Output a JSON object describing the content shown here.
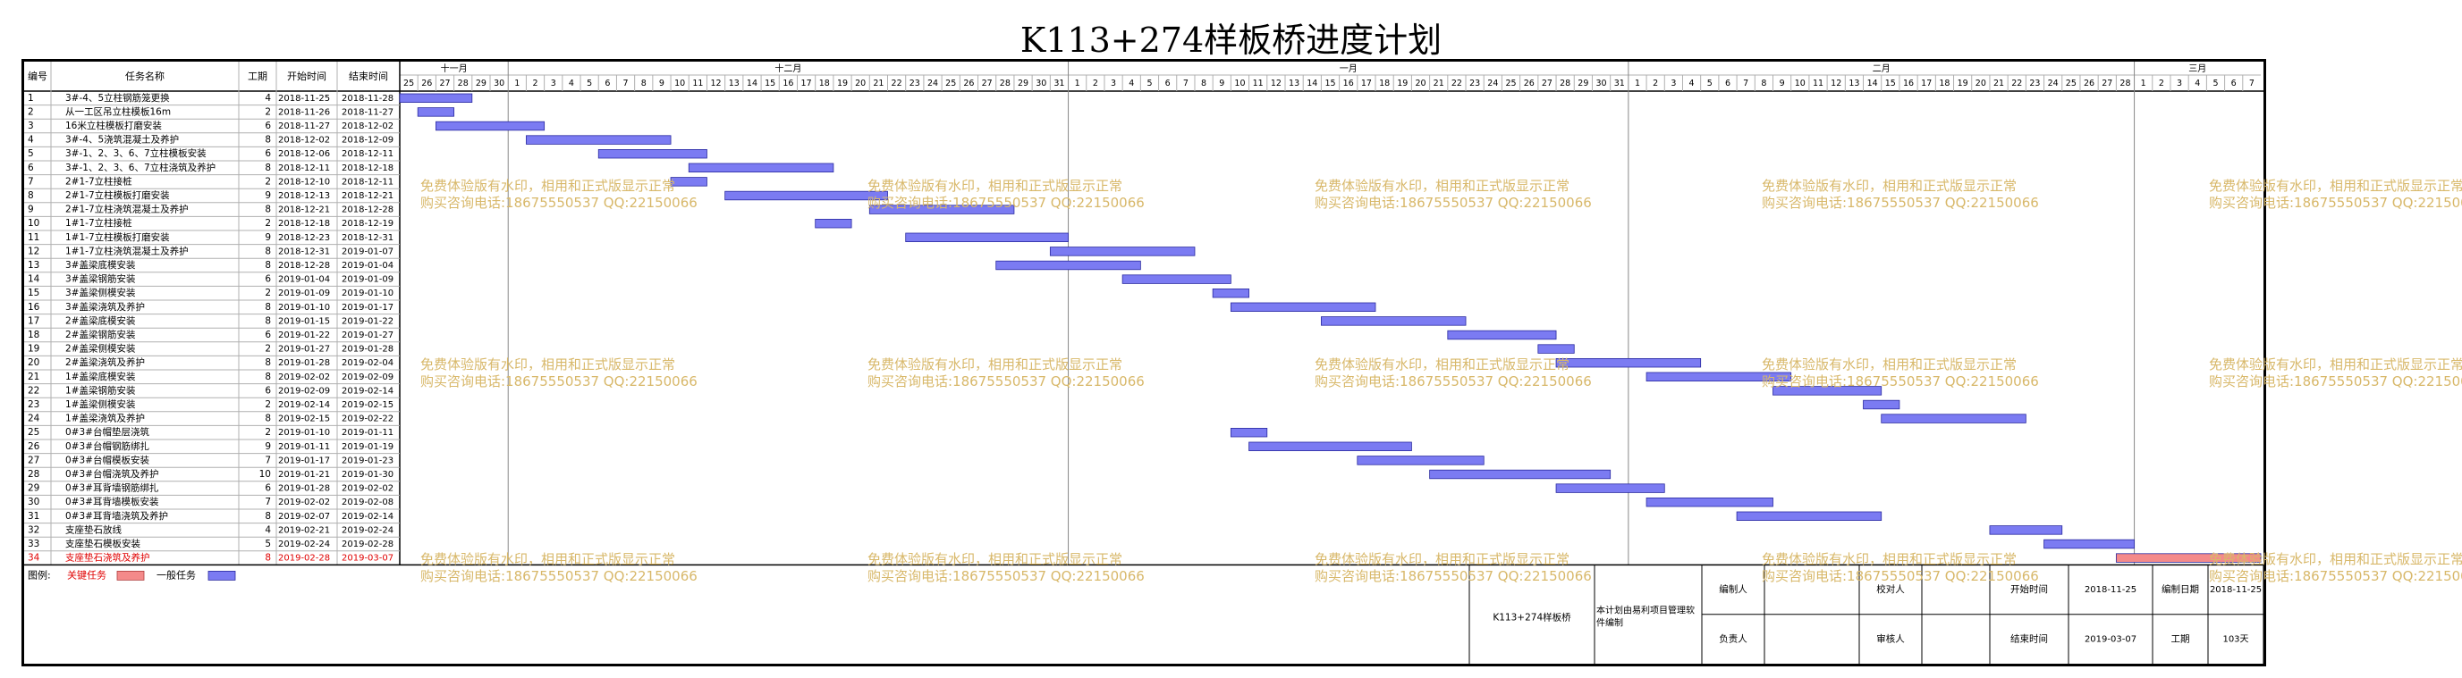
{
  "title": "K113+274样板桥进度计划",
  "table_headers": {
    "no": "编号",
    "name": "任务名称",
    "dur": "工期",
    "start": "开始时间",
    "end": "结束时间"
  },
  "months": [
    {
      "label": "十一月",
      "days": [
        "25",
        "26",
        "27",
        "28",
        "29",
        "30"
      ]
    },
    {
      "label": "十二月",
      "days": [
        "1",
        "2",
        "3",
        "4",
        "5",
        "6",
        "7",
        "8",
        "9",
        "10",
        "11",
        "12",
        "13",
        "14",
        "15",
        "16",
        "17",
        "18",
        "19",
        "20",
        "21",
        "22",
        "23",
        "24",
        "25",
        "26",
        "27",
        "28",
        "29",
        "30",
        "31"
      ]
    },
    {
      "label": "一月",
      "days": [
        "1",
        "2",
        "3",
        "4",
        "5",
        "6",
        "7",
        "8",
        "9",
        "10",
        "11",
        "12",
        "13",
        "14",
        "15",
        "16",
        "17",
        "18",
        "19",
        "20",
        "21",
        "22",
        "23",
        "24",
        "25",
        "26",
        "27",
        "28",
        "29",
        "30",
        "31"
      ]
    },
    {
      "label": "二月",
      "days": [
        "1",
        "2",
        "3",
        "4",
        "5",
        "6",
        "7",
        "8",
        "9",
        "10",
        "11",
        "12",
        "13",
        "14",
        "15",
        "16",
        "17",
        "18",
        "19",
        "20",
        "21",
        "22",
        "23",
        "24",
        "25",
        "26",
        "27",
        "28"
      ]
    },
    {
      "label": "三月",
      "days": [
        "1",
        "2",
        "3",
        "4",
        "5",
        "6",
        "7"
      ]
    }
  ],
  "chart_data": {
    "type": "gantt",
    "x_range": [
      "2018-11-25",
      "2019-03-07"
    ],
    "tasks": [
      {
        "no": "1",
        "name": "3#-4、5立柱钢筋笼更换",
        "dur": "4",
        "start": "2018-11-25",
        "end": "2018-11-28",
        "critical": false
      },
      {
        "no": "2",
        "name": "从一工区吊立柱模板16m",
        "dur": "2",
        "start": "2018-11-26",
        "end": "2018-11-27",
        "critical": false
      },
      {
        "no": "3",
        "name": "16米立柱模板打磨安装",
        "dur": "6",
        "start": "2018-11-27",
        "end": "2018-12-02",
        "critical": false
      },
      {
        "no": "4",
        "name": "3#-4、5浇筑混凝土及养护",
        "dur": "8",
        "start": "2018-12-02",
        "end": "2018-12-09",
        "critical": false
      },
      {
        "no": "5",
        "name": "3#-1、2、3、6、7立柱模板安装",
        "dur": "6",
        "start": "2018-12-06",
        "end": "2018-12-11",
        "critical": false
      },
      {
        "no": "6",
        "name": "3#-1、2、3、6、7立柱浇筑及养护",
        "dur": "8",
        "start": "2018-12-11",
        "end": "2018-12-18",
        "critical": false
      },
      {
        "no": "7",
        "name": "2#1-7立柱接桩",
        "dur": "2",
        "start": "2018-12-10",
        "end": "2018-12-11",
        "critical": false
      },
      {
        "no": "8",
        "name": "2#1-7立柱模板打磨安装",
        "dur": "9",
        "start": "2018-12-13",
        "end": "2018-12-21",
        "critical": false
      },
      {
        "no": "9",
        "name": "2#1-7立柱浇筑混凝土及养护",
        "dur": "8",
        "start": "2018-12-21",
        "end": "2018-12-28",
        "critical": false
      },
      {
        "no": "10",
        "name": "1#1-7立柱接桩",
        "dur": "2",
        "start": "2018-12-18",
        "end": "2018-12-19",
        "critical": false
      },
      {
        "no": "11",
        "name": "1#1-7立柱模板打磨安装",
        "dur": "9",
        "start": "2018-12-23",
        "end": "2018-12-31",
        "critical": false
      },
      {
        "no": "12",
        "name": "1#1-7立柱浇筑混凝土及养护",
        "dur": "8",
        "start": "2018-12-31",
        "end": "2019-01-07",
        "critical": false
      },
      {
        "no": "13",
        "name": "3#盖梁底模安装",
        "dur": "8",
        "start": "2018-12-28",
        "end": "2019-01-04",
        "critical": false
      },
      {
        "no": "14",
        "name": "3#盖梁钢筋安装",
        "dur": "6",
        "start": "2019-01-04",
        "end": "2019-01-09",
        "critical": false
      },
      {
        "no": "15",
        "name": "3#盖梁侧模安装",
        "dur": "2",
        "start": "2019-01-09",
        "end": "2019-01-10",
        "critical": false
      },
      {
        "no": "16",
        "name": "3#盖梁浇筑及养护",
        "dur": "8",
        "start": "2019-01-10",
        "end": "2019-01-17",
        "critical": false
      },
      {
        "no": "17",
        "name": "2#盖梁底模安装",
        "dur": "8",
        "start": "2019-01-15",
        "end": "2019-01-22",
        "critical": false
      },
      {
        "no": "18",
        "name": "2#盖梁钢筋安装",
        "dur": "6",
        "start": "2019-01-22",
        "end": "2019-01-27",
        "critical": false
      },
      {
        "no": "19",
        "name": "2#盖梁侧模安装",
        "dur": "2",
        "start": "2019-01-27",
        "end": "2019-01-28",
        "critical": false
      },
      {
        "no": "20",
        "name": "2#盖梁浇筑及养护",
        "dur": "8",
        "start": "2019-01-28",
        "end": "2019-02-04",
        "critical": false
      },
      {
        "no": "21",
        "name": "1#盖梁底模安装",
        "dur": "8",
        "start": "2019-02-02",
        "end": "2019-02-09",
        "critical": false
      },
      {
        "no": "22",
        "name": "1#盖梁钢筋安装",
        "dur": "6",
        "start": "2019-02-09",
        "end": "2019-02-14",
        "critical": false
      },
      {
        "no": "23",
        "name": "1#盖梁侧模安装",
        "dur": "2",
        "start": "2019-02-14",
        "end": "2019-02-15",
        "critical": false
      },
      {
        "no": "24",
        "name": "1#盖梁浇筑及养护",
        "dur": "8",
        "start": "2019-02-15",
        "end": "2019-02-22",
        "critical": false
      },
      {
        "no": "25",
        "name": "0#3#台帽垫层浇筑",
        "dur": "2",
        "start": "2019-01-10",
        "end": "2019-01-11",
        "critical": false
      },
      {
        "no": "26",
        "name": "0#3#台帽钢筋绑扎",
        "dur": "9",
        "start": "2019-01-11",
        "end": "2019-01-19",
        "critical": false
      },
      {
        "no": "27",
        "name": "0#3#台帽模板安装",
        "dur": "7",
        "start": "2019-01-17",
        "end": "2019-01-23",
        "critical": false
      },
      {
        "no": "28",
        "name": "0#3#台帽浇筑及养护",
        "dur": "10",
        "start": "2019-01-21",
        "end": "2019-01-30",
        "critical": false
      },
      {
        "no": "29",
        "name": "0#3#耳背墙钢筋绑扎",
        "dur": "6",
        "start": "2019-01-28",
        "end": "2019-02-02",
        "critical": false
      },
      {
        "no": "30",
        "name": "0#3#耳背墙模板安装",
        "dur": "7",
        "start": "2019-02-02",
        "end": "2019-02-08",
        "critical": false
      },
      {
        "no": "31",
        "name": "0#3#耳背墙浇筑及养护",
        "dur": "8",
        "start": "2019-02-07",
        "end": "2019-02-14",
        "critical": false
      },
      {
        "no": "32",
        "name": "支座垫石放线",
        "dur": "4",
        "start": "2019-02-21",
        "end": "2019-02-24",
        "critical": false
      },
      {
        "no": "33",
        "name": "支座垫石模板安装",
        "dur": "5",
        "start": "2019-02-24",
        "end": "2019-02-28",
        "critical": false
      },
      {
        "no": "34",
        "name": "支座垫石浇筑及养护",
        "dur": "8",
        "start": "2019-02-28",
        "end": "2019-03-07",
        "critical": true
      }
    ]
  },
  "legend": {
    "label": "图例:",
    "critical": "关键任务",
    "normal": "一般任务"
  },
  "footer": {
    "project": "K113+274样板桥",
    "software": "本计划由易利项目管理软件编制",
    "editor_label": "编制人",
    "proofreader_label": "校对人",
    "owner_label": "负责人",
    "reviewer_label": "审核人",
    "start_label": "开始时间",
    "start_value": "2018-11-25",
    "compile_date_label": "编制日期",
    "compile_date_value": "2018-11-25",
    "finish_label": "结束时间",
    "finish_value": "2019-03-07",
    "duration_label": "工期",
    "duration_value": "103天"
  },
  "watermark": {
    "line1": "免费体验版有水印，相用和正式版显示正常",
    "line2": "购买咨询电话:18675550537 QQ:22150066"
  },
  "colors": {
    "normal_bar": "#7b7bf2",
    "critical_bar": "#f48a8a",
    "critical_text": "#e00000",
    "grid": "#b0b0b0",
    "watermark": "#d8b86a"
  }
}
